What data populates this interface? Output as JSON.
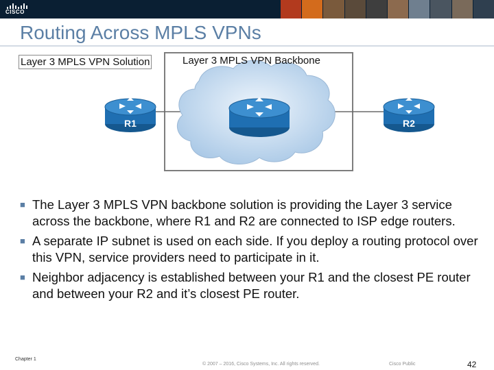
{
  "header": {
    "logo_text": "CISCO",
    "photo_tile_colors": [
      "#b23a1e",
      "#d36b1c",
      "#7a5a3c",
      "#5a4a3a",
      "#3e3e3e",
      "#8c6a4e",
      "#6f7f8f",
      "#4a5560",
      "#7a6a5a",
      "#2f3f4f"
    ]
  },
  "slide": {
    "title": "Routing Across MPLS VPNs"
  },
  "diagram": {
    "label_solution": "Layer 3 MPLS VPN Solution",
    "label_backbone": "Layer 3 MPLS VPN Backbone",
    "router_left_label": "R1",
    "router_right_label": "R2",
    "router_color": "#1f6fb2",
    "cloud_color": "#c9ddf0"
  },
  "bullets": [
    {
      "text": "The Layer 3 MPLS VPN backbone solution is providing the Layer 3 service across the backbone, where R1 and R2 are connected to ISP edge routers."
    },
    {
      "text": "A separate IP subnet is used on each side. If you deploy a routing protocol over this VPN, service providers need to participate in it."
    },
    {
      "text": "Neighbor adjacency is established between your R1 and the closest PE router and between your R2 and it’s closest PE router."
    }
  ],
  "footer": {
    "chapter": "Chapter 1",
    "copyright": "© 2007 – 2016, Cisco Systems, Inc. All rights reserved.",
    "classification": "Cisco Public",
    "page_number": "42"
  }
}
